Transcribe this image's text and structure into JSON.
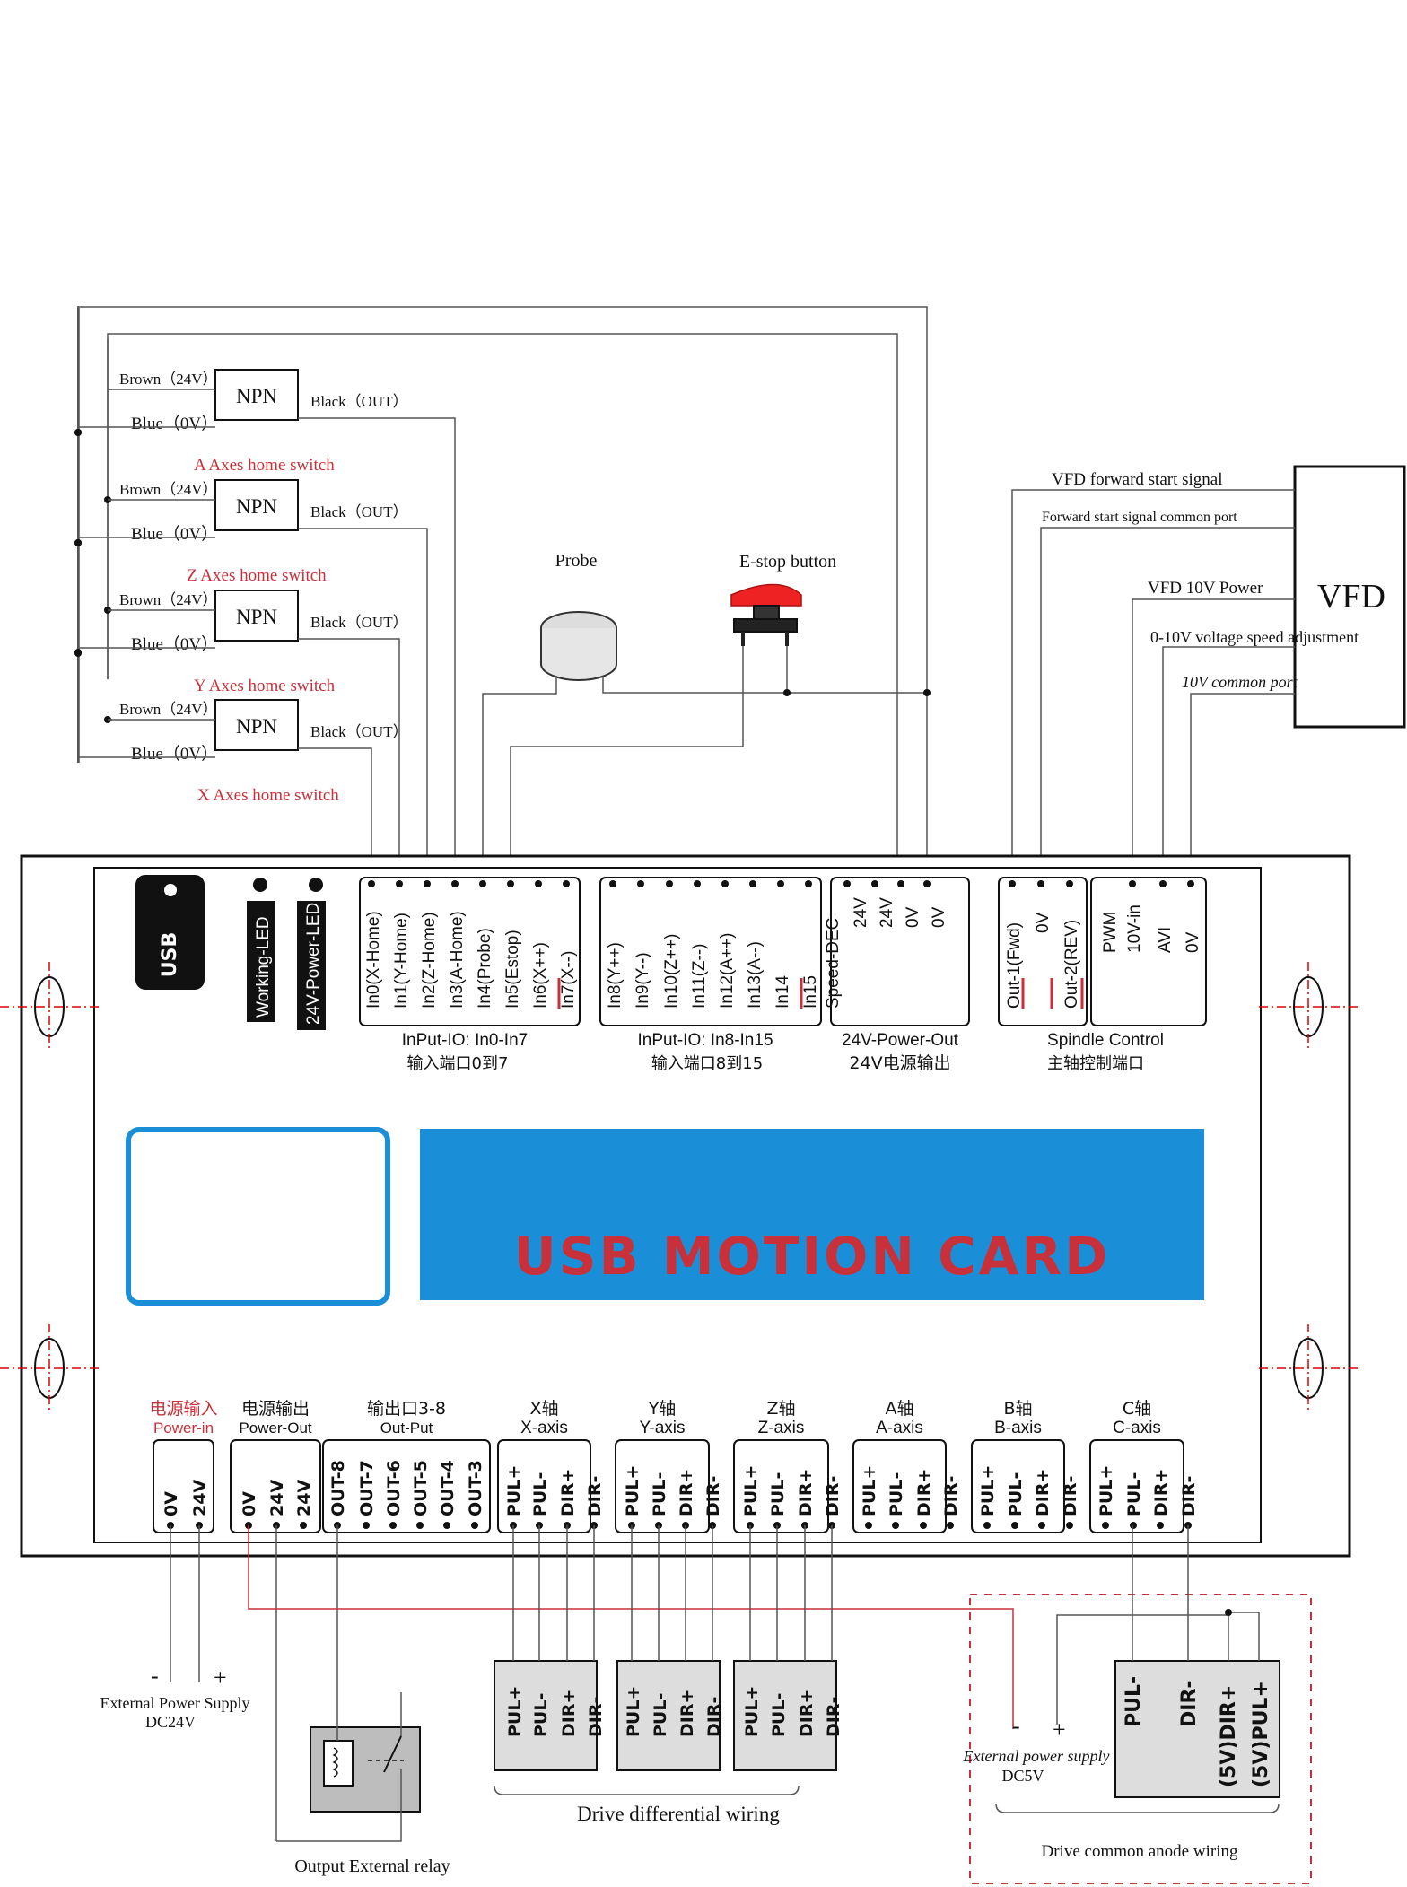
{
  "sensors": [
    {
      "brown": "Brown（24V）",
      "blue": "Blue（0V）",
      "type": "NPN",
      "out": "Black（OUT）",
      "caption": "A  Axes home switch"
    },
    {
      "brown": "Brown（24V）",
      "blue": "Blue（0V）",
      "type": "NPN",
      "out": "Black（OUT）",
      "caption": "Z Axes home switch"
    },
    {
      "brown": "Brown（24V）",
      "blue": "Blue（0V）",
      "type": "NPN",
      "out": "Black（OUT）",
      "caption": "Y Axes home switch"
    },
    {
      "brown": "Brown（24V）",
      "blue": "Blue（0V）",
      "type": "NPN",
      "out": "Black（OUT）",
      "caption": "X Axes home switch"
    }
  ],
  "probe_label": "Probe",
  "estop_label": "E-stop  button",
  "vfd": {
    "title": "VFD",
    "lines": [
      "VFD  forward  start  signal",
      "Forward  start signal common port",
      "VFD 10V Power",
      "0-10V voltage speed adjustment",
      "10V common port"
    ]
  },
  "card": {
    "usb_label": "USB",
    "working_led": "Working-LED",
    "power_led": "24V-Power-LED",
    "title": "USB MOTION CARD",
    "top_groups": [
      {
        "pins": [
          "In0(X-Home)",
          "In1(Y-Home)",
          "In2(Z-Home)",
          "In3(A-Home)",
          "In4(Probe)",
          "In5(Estop)",
          "In6(X++)",
          "In7(X--)"
        ],
        "label_en": "InPut-IO: In0-In7",
        "label_cn": "输入端口0到7"
      },
      {
        "pins": [
          "In8(Y++)",
          "In9(Y--)",
          "In10(Z++)",
          "In11(Z--)",
          "In12(A++)",
          "In13(A--)",
          "In14",
          "In15"
        ],
        "label_en": "InPut-IO: In8-In15",
        "label_cn": "输入端口8到15"
      },
      {
        "pins": [
          "Speed-DEC",
          "24V",
          "24V",
          "0V",
          "0V"
        ],
        "label_en": "24V-Power-Out",
        "label_cn": "24V电源输出"
      },
      {
        "pins": [
          "Out-1(Fwd)",
          "0V",
          "Out-2(REV)",
          "PWM",
          "10V-in",
          "AVI",
          "0V"
        ],
        "label_en": "Spindle Control",
        "label_cn": "主轴控制端口"
      }
    ],
    "bottom_groups": [
      {
        "cn": "电源输入",
        "en": "Power-in",
        "pins": [
          "0V",
          "24V"
        ]
      },
      {
        "cn": "电源输出",
        "en": "Power-Out",
        "pins": [
          "0V",
          "24V",
          "24V"
        ]
      },
      {
        "cn": "输出口3-8",
        "en": "Out-Put",
        "pins": [
          "OUT-8",
          "OUT-7",
          "OUT-6",
          "OUT-5",
          "OUT-4",
          "OUT-3"
        ]
      },
      {
        "cn": "X轴",
        "en": "X-axis",
        "pins": [
          "PUL+",
          "PUL-",
          "DIR+",
          "DIR-"
        ]
      },
      {
        "cn": "Y轴",
        "en": "Y-axis",
        "pins": [
          "PUL+",
          "PUL-",
          "DIR+",
          "DIR-"
        ]
      },
      {
        "cn": "Z轴",
        "en": "Z-axis",
        "pins": [
          "PUL+",
          "PUL-",
          "DIR+",
          "DIR-"
        ]
      },
      {
        "cn": "A轴",
        "en": "A-axis",
        "pins": [
          "PUL+",
          "PUL-",
          "DIR+",
          "DIR-"
        ]
      },
      {
        "cn": "B轴",
        "en": "B-axis",
        "pins": [
          "PUL+",
          "PUL-",
          "DIR+",
          "DIR-"
        ]
      },
      {
        "cn": "C轴",
        "en": "C-axis",
        "pins": [
          "PUL+",
          "PUL-",
          "DIR+",
          "DIR-"
        ]
      }
    ]
  },
  "ext_power": {
    "minus": "-",
    "plus": "+",
    "line1": "External  Power  Supply",
    "line2": "DC24V"
  },
  "relay_label": "Output External relay",
  "drivers": [
    {
      "pins": [
        "PUL+",
        "PUL-",
        "DIR+",
        "DIR-"
      ]
    },
    {
      "pins": [
        "PUL+",
        "PUL-",
        "DIR+",
        "DIR-"
      ]
    },
    {
      "pins": [
        "PUL+",
        "PUL-",
        "DIR+",
        "DIR-"
      ]
    }
  ],
  "diff_label": "Drive differential wiring",
  "anode": {
    "minus": "-",
    "plus": "+",
    "supply": "External  power supply",
    "dc": "DC5V",
    "pins": [
      "PUL-",
      "DIR-",
      "(5V)DIR+",
      "(5V)PUL+"
    ],
    "label": "Drive common anode wiring"
  },
  "colors": {
    "red": "#c8313a",
    "blue": "#1a8fd8",
    "wire": "#555555"
  }
}
